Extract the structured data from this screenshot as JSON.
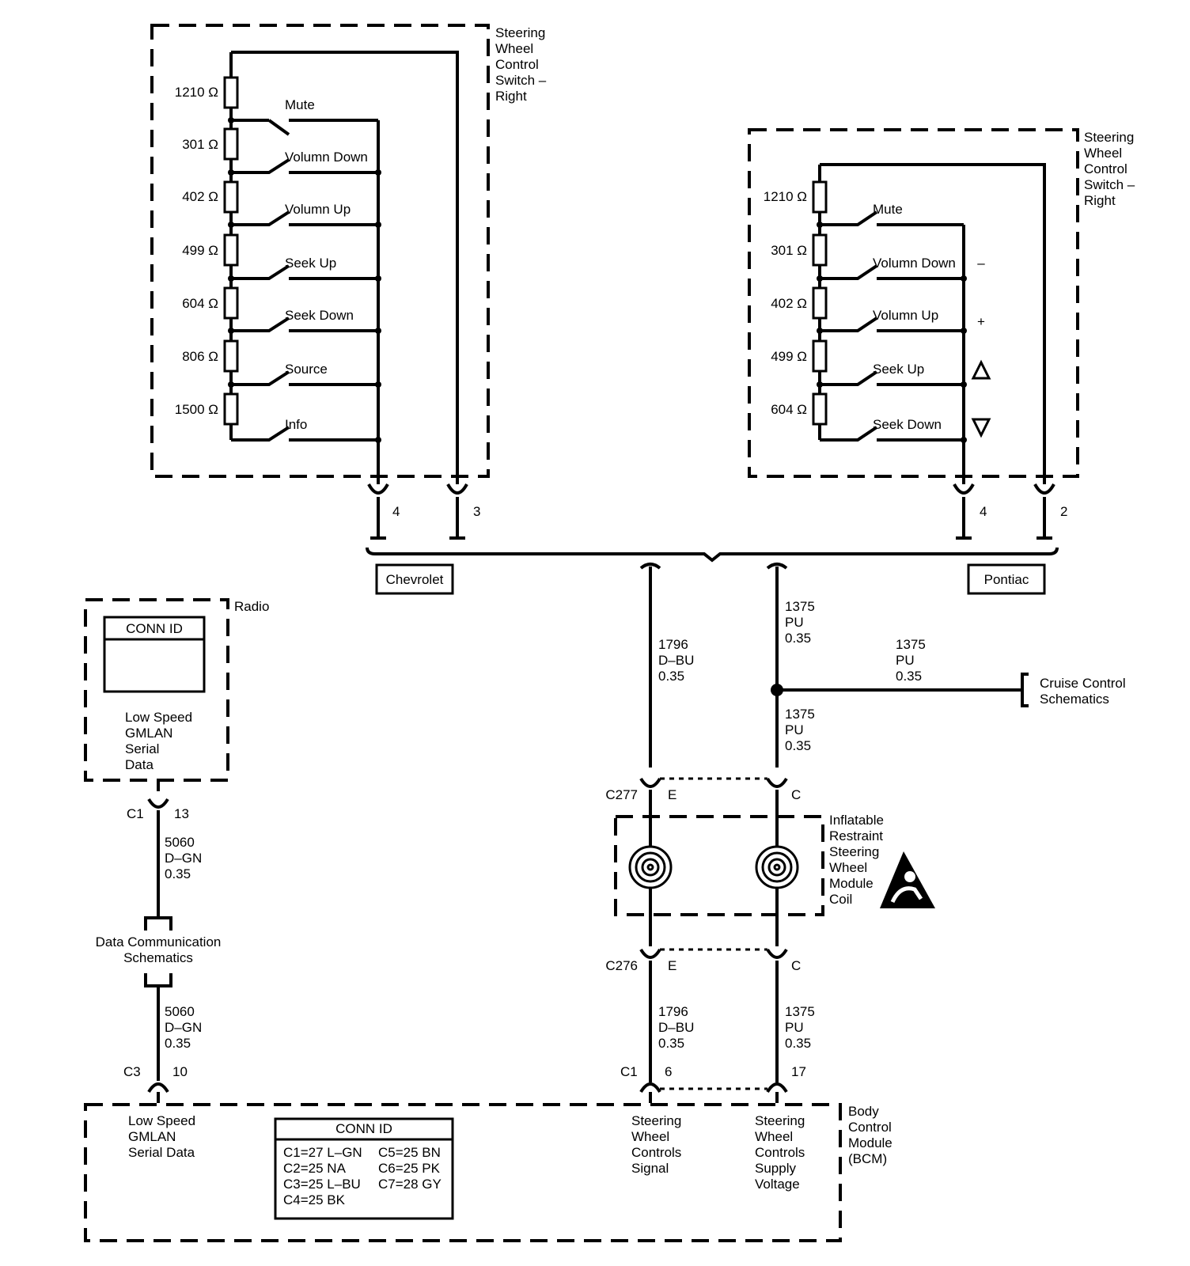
{
  "switch_left": {
    "title": [
      "Steering",
      "Wheel",
      "Control",
      "Switch –",
      "Right"
    ],
    "rows": [
      {
        "res": "1210 Ω",
        "switch": "Mute"
      },
      {
        "res": "301 Ω",
        "switch": "Volumn Down"
      },
      {
        "res": "402 Ω",
        "switch": "Volumn Up"
      },
      {
        "res": "499 Ω",
        "switch": "Seek Up"
      },
      {
        "res": "604 Ω",
        "switch": "Seek Down"
      },
      {
        "res": "806 Ω",
        "switch": "Source"
      },
      {
        "res": "1500 Ω",
        "switch": "Info"
      }
    ],
    "pins": [
      "4",
      "3"
    ],
    "variant": "Chevrolet"
  },
  "switch_right": {
    "title": [
      "Steering",
      "Wheel",
      "Control",
      "Switch –",
      "Right"
    ],
    "rows": [
      {
        "res": "1210 Ω",
        "switch": "Mute",
        "symbol": ""
      },
      {
        "res": "301 Ω",
        "switch": "Volumn Down",
        "symbol": "–"
      },
      {
        "res": "402 Ω",
        "switch": "Volumn Up",
        "symbol": "+"
      },
      {
        "res": "499 Ω",
        "switch": "Seek Up",
        "symbol": "up-triangle"
      },
      {
        "res": "604 Ω",
        "switch": "Seek Down",
        "symbol": "down-triangle"
      }
    ],
    "pins": [
      "4",
      "2"
    ],
    "variant": "Pontiac"
  },
  "radio": {
    "title": "Radio",
    "conn_id": "CONN ID",
    "text": [
      "Low Speed",
      "GMLAN",
      "Serial",
      "Data"
    ],
    "connector": "C1",
    "pin": "13"
  },
  "wires": {
    "w5060_upper": [
      "5060",
      "D–GN",
      "0.35"
    ],
    "w5060_lower": [
      "5060",
      "D–GN",
      "0.35"
    ],
    "w1796_upper": [
      "1796",
      "D–BU",
      "0.35"
    ],
    "w1796_lower": [
      "1796",
      "D–BU",
      "0.35"
    ],
    "w1375_a": [
      "1375",
      "PU",
      "0.35"
    ],
    "w1375_branch": [
      "1375",
      "PU",
      "0.35"
    ],
    "w1375_b": [
      "1375",
      "PU",
      "0.35"
    ],
    "w1375_c": [
      "1375",
      "PU",
      "0.35"
    ]
  },
  "data_comm": [
    "Data Communication",
    "Schematics"
  ],
  "cruise": [
    "Cruise Control",
    "Schematics"
  ],
  "c277": {
    "name": "C277",
    "pin_left": "E",
    "pin_right": "C"
  },
  "c276": {
    "name": "C276",
    "pin_left": "E",
    "pin_right": "C"
  },
  "coil_label": [
    "Inflatable",
    "Restraint",
    "Steering",
    "Wheel",
    "Module",
    "Coil"
  ],
  "warning_icon": "airbag-warning-icon",
  "bcm": {
    "title": [
      "Body",
      "Control",
      "Module",
      "(BCM)"
    ],
    "c3_connector": "C3",
    "c3_pin": "10",
    "c1_connector": "C1",
    "c1_pin6": "6",
    "c1_pin17": "17",
    "gmlan": [
      "Low Speed",
      "GMLAN",
      "Serial Data"
    ],
    "signal": [
      "Steering",
      "Wheel",
      "Controls",
      "Signal"
    ],
    "supply": [
      "Steering",
      "Wheel",
      "Controls",
      "Supply",
      "Voltage"
    ],
    "conn_id": {
      "title": "CONN ID",
      "left": [
        "C1=27 L–GN",
        "C2=25 NA",
        "C3=25 L–BU",
        "C4=25 BK"
      ],
      "right": [
        "C5=25 BN",
        "C6=25 PK",
        "C7=28 GY"
      ]
    }
  }
}
